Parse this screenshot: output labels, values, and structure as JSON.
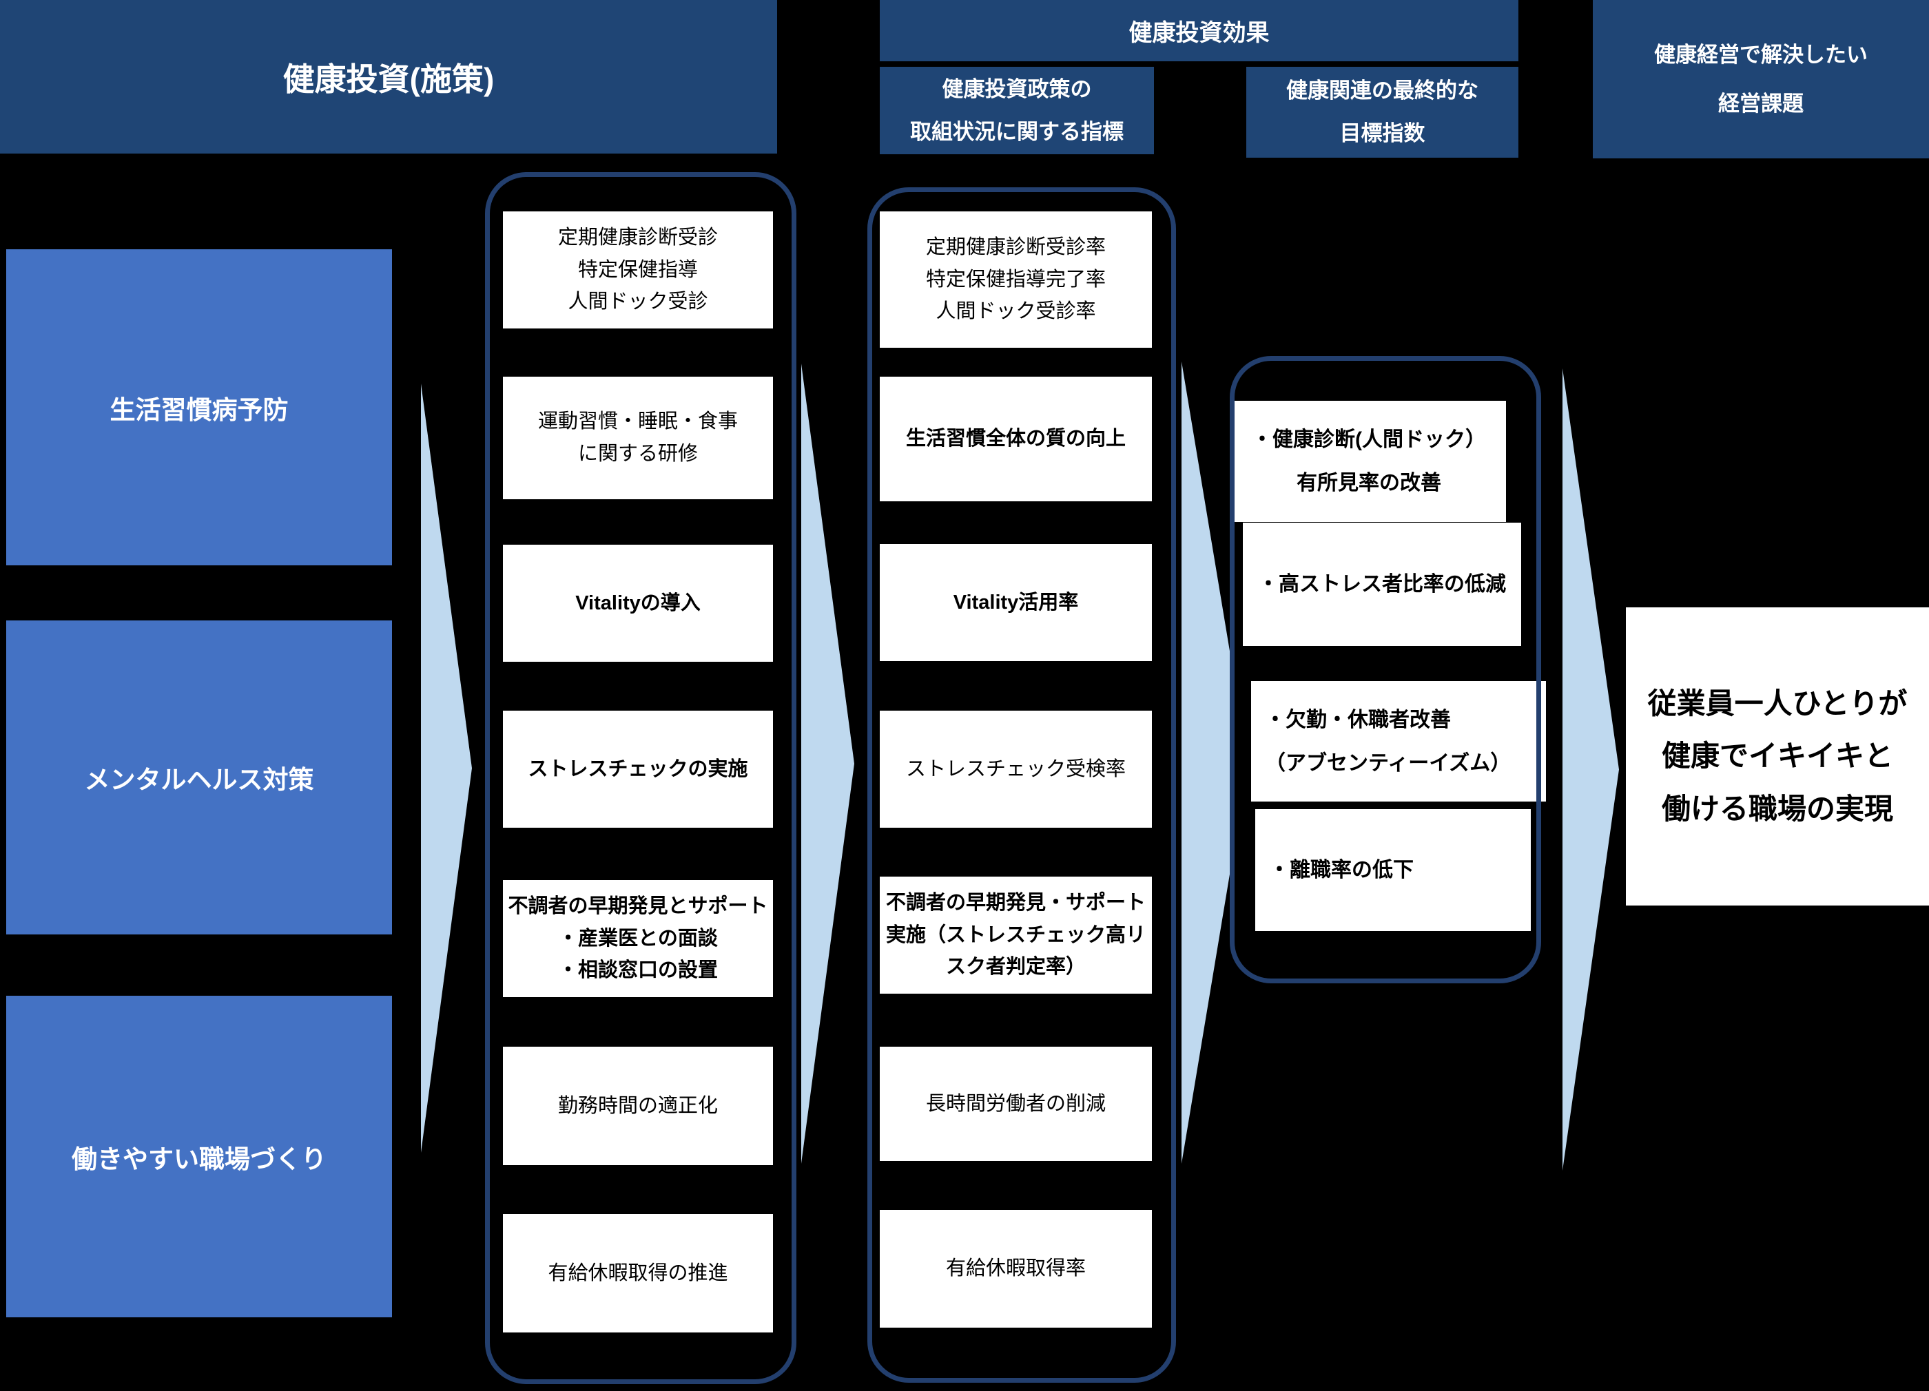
{
  "headers": {
    "investment": "健康投資(施策)",
    "effect": "健康投資効果",
    "policy_indicator": {
      "line1": "健康投資政策の",
      "line2": "取組状況に関する指標"
    },
    "target_indicator": {
      "line1": "健康関連の最終的な",
      "line2": "目標指数"
    },
    "management_issue": {
      "line1": "健康経営で解決したい",
      "line2": "経営課題"
    }
  },
  "categories": {
    "prevention": "生活習慣病予防",
    "mental": "メンタルヘルス対策",
    "workplace": "働きやすい職場づくり"
  },
  "measures": [
    {
      "lines": [
        "定期健康診断受診",
        "特定保健指導",
        "人間ドック受診"
      ]
    },
    {
      "lines": [
        "運動習慣・睡眠・食事",
        "に関する研修"
      ]
    },
    {
      "lines": [
        "Vitalityの導入"
      ]
    },
    {
      "lines": [
        "ストレスチェックの実施"
      ]
    },
    {
      "lines": [
        "不調者の早期発見とサポート",
        "・産業医との面談",
        "・相談窓口の設置"
      ]
    },
    {
      "lines": [
        "勤務時間の適正化"
      ]
    },
    {
      "lines": [
        "有給休暇取得の推進"
      ]
    }
  ],
  "progress_indicators": [
    {
      "lines": [
        "定期健康診断受診率",
        "特定保健指導完了率",
        "人間ドック受診率"
      ]
    },
    {
      "lines": [
        "生活習慣全体の質の向上"
      ]
    },
    {
      "lines": [
        "Vitality活用率"
      ]
    },
    {
      "lines": [
        "ストレスチェック受検率"
      ]
    },
    {
      "lines": [
        "不調者の早期発見・サポート",
        "実施（ストレスチェック高リ",
        "スク者判定率）"
      ]
    },
    {
      "lines": [
        "長時間労働者の削減"
      ]
    },
    {
      "lines": [
        "有給休暇取得率"
      ]
    }
  ],
  "final_targets": [
    {
      "lines": [
        "・健康診断(人間ドック）",
        "有所見率の改善"
      ]
    },
    {
      "lines": [
        "・高ストレス者比率の低減"
      ]
    },
    {
      "lines": [
        "・欠勤・休職者改善",
        "（アブセンティーイズム）"
      ]
    },
    {
      "lines": [
        "・離職率の低下"
      ]
    }
  ],
  "goal": {
    "line1": "従業員一人ひとりが",
    "line2": "健康でイキイキと",
    "line3": "働ける職場の実現"
  },
  "colors": {
    "background": "#000000",
    "header_navy": "#1F4575",
    "category_blue": "#4472C4",
    "arrow_pale_blue": "#BFD9EF",
    "outline_navy": "#233F6E",
    "box_white": "#FFFFFF"
  }
}
